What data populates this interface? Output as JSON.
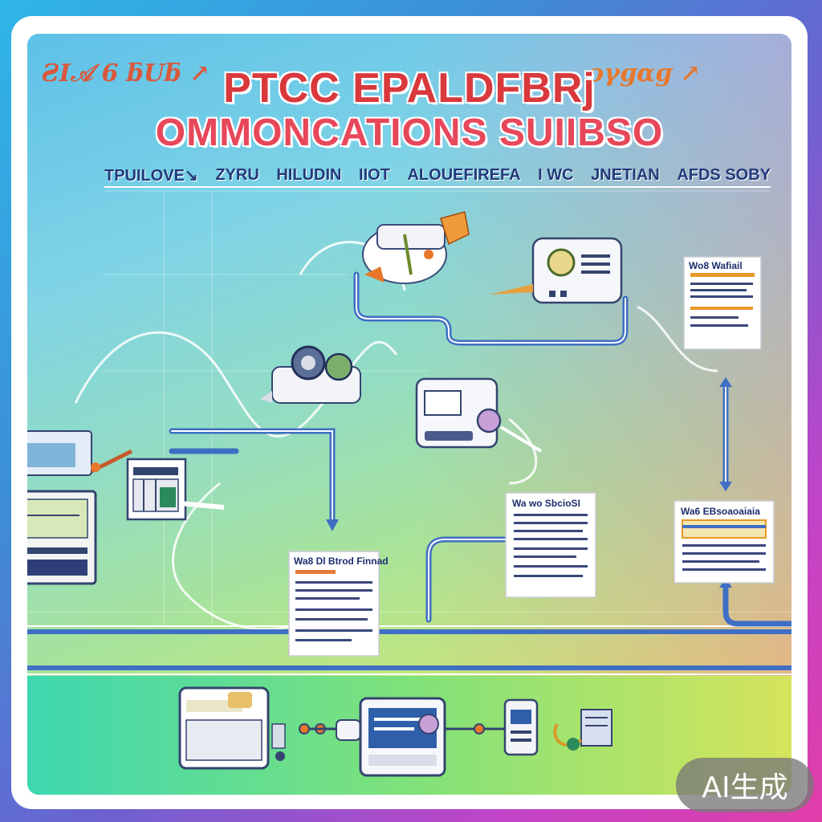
{
  "title": {
    "line1": "PTCC EPALDFBRj",
    "line2": "OMMONCATIONS SUIIBSO",
    "left_scribble": "ƧΙ𝒜 6 ƃUƃ ↗",
    "right_scribble": "ↄγɡαɡ ↗"
  },
  "subtitle": {
    "items": [
      "TPUILOVE↘",
      "ZYRU",
      "HILUDIN",
      "IIOT",
      "ALOUEFIREFA",
      "I WC",
      "JNETIAN",
      "AFDS SOBY"
    ]
  },
  "documents": {
    "top_right": "Wo8 Wafiail",
    "center": "Wa8 Dl Btrod Finnad",
    "middle": "Wa wo SbcioSI",
    "right": "Wa6 EBsoaoaiaia"
  },
  "watermark": "AI生成",
  "colors": {
    "frame": "#ffffff",
    "connector": "#3f6fc4",
    "title_red": "#d9383c",
    "subtitle_navy": "#213a7a"
  }
}
